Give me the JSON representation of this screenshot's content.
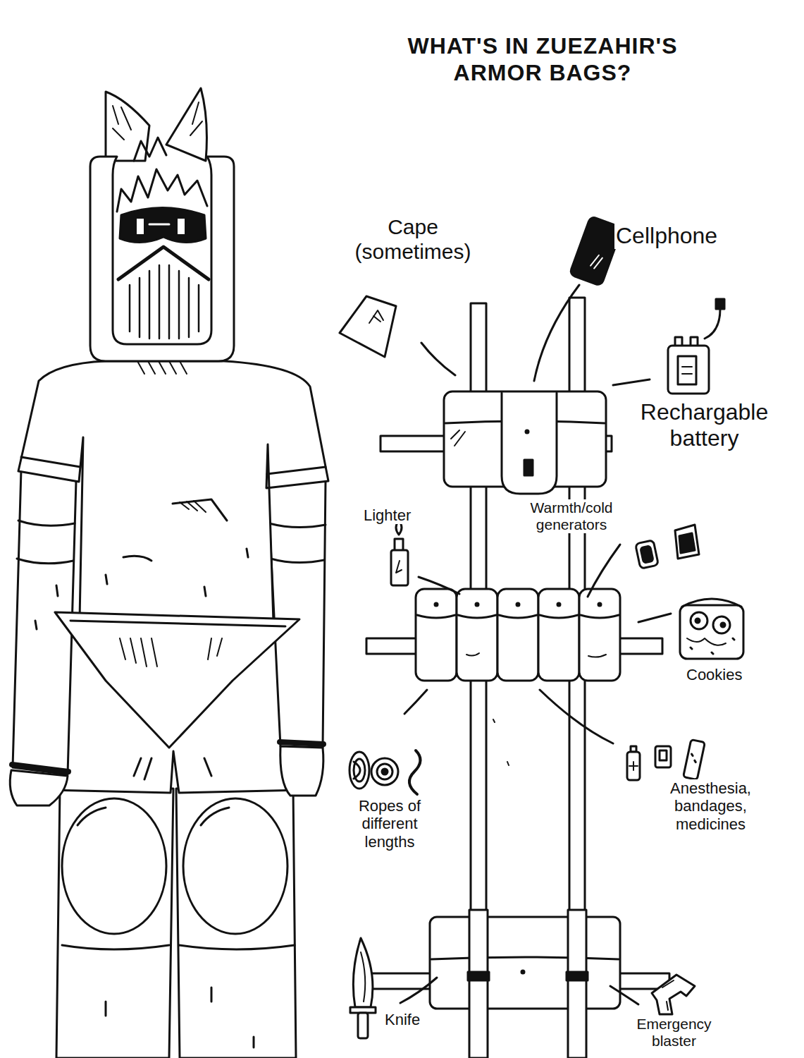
{
  "diagram": {
    "title": "WHAT'S IN ZUEZAHIR'S ARMOR BAGS?",
    "labels": [
      "Cape (sometimes)",
      "Cellphone",
      "Rechargable battery",
      "Lighter",
      "Warmth/cold generators",
      "Cookies",
      "Ropes of different lengths",
      "Anesthesia, bandages, medicines",
      "Knife",
      "Emergency blaster"
    ]
  }
}
